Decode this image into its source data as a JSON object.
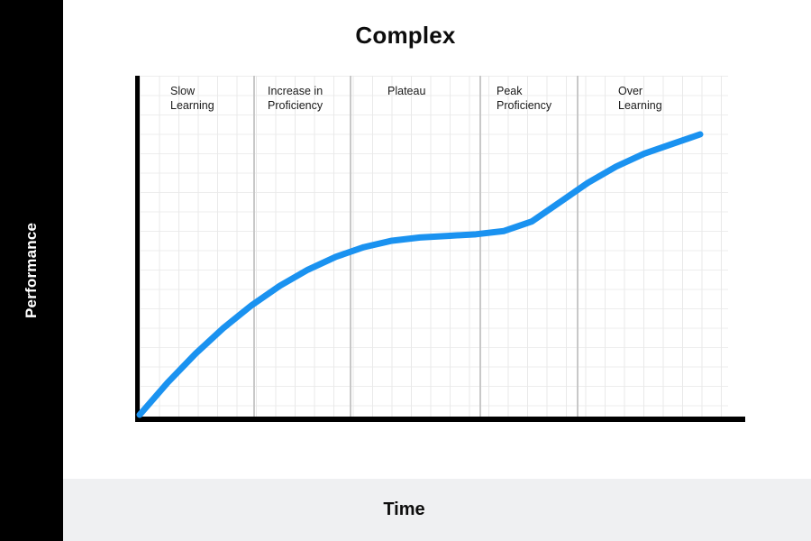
{
  "chart_data": {
    "type": "line",
    "title": "Complex",
    "xlabel": "Time",
    "ylabel": "Performance",
    "grid": true,
    "legend": false,
    "line_color": "#1a92f0",
    "background": "#ffffff",
    "footer_color": "#eff0f2",
    "axis_color": "#000000",
    "grid_color": "#ededed",
    "divider_color": "#c8c8c8",
    "xlim": [
      0,
      100
    ],
    "ylim": [
      0,
      100
    ],
    "x": [
      0,
      5,
      10,
      15,
      20,
      25,
      30,
      35,
      40,
      45,
      50,
      55,
      60,
      65,
      70,
      75,
      80,
      85,
      90,
      95,
      100
    ],
    "y": [
      0,
      10,
      19,
      27,
      34,
      40,
      45,
      49,
      52,
      54,
      55,
      55.5,
      56,
      57,
      60,
      66,
      72,
      77,
      81,
      84,
      87
    ],
    "annotations": [
      {
        "label": "Slow Learning",
        "phase": 1,
        "x_start": 0,
        "x_end": 20
      },
      {
        "label": "Increase in Proficiency",
        "phase": 2,
        "x_start": 20,
        "x_end": 36
      },
      {
        "label": "Plateau",
        "phase": 3,
        "x_start": 36,
        "x_end": 58
      },
      {
        "label": "Peak Proficiency",
        "phase": 4,
        "x_start": 58,
        "x_end": 75
      },
      {
        "label": "Over Learning",
        "phase": 5,
        "x_start": 75,
        "x_end": 100
      }
    ]
  },
  "chart": {
    "title": "Complex",
    "y_axis_title": "Performance",
    "x_axis_title": "Time",
    "phases": [
      {
        "label": "Slow\nLearning",
        "name": "slow-learning"
      },
      {
        "label": "Increase in\nProficiency",
        "name": "increase-in-proficiency"
      },
      {
        "label": "Plateau",
        "name": "plateau"
      },
      {
        "label": "Peak\nProficiency",
        "name": "peak-proficiency"
      },
      {
        "label": "Over\nLearning",
        "name": "over-learning"
      }
    ]
  }
}
